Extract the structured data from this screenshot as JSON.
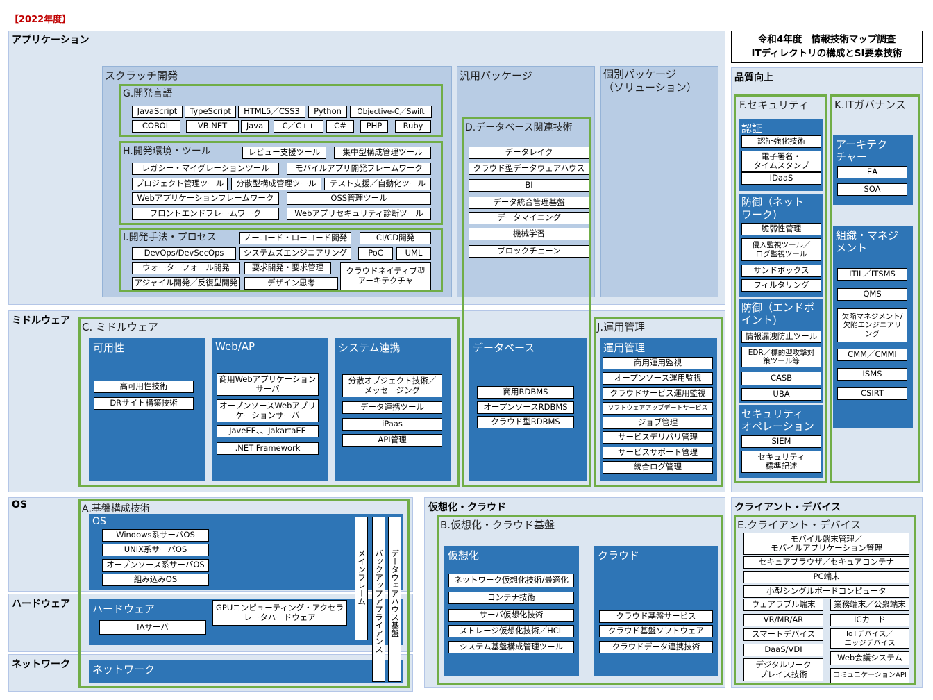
{
  "year_label": "【2022年度】",
  "title_box": {
    "line1": "令和4年度　情報技術マップ調査",
    "line2": "ITディレクトリの構成とSI要素技術"
  },
  "regions": {
    "application": "アプリケーション",
    "middleware": "ミドルウェア",
    "os": "OS",
    "hardware": "ハードウェア",
    "network": "ネットワーク",
    "virtual_cloud": "仮想化・クラウド",
    "client_device": "クライアント・デバイス",
    "quality": "品質向上"
  },
  "scratch": {
    "label": "スクラッチ開発"
  },
  "general_pkg": {
    "label": "汎用パッケージ"
  },
  "individual_pkg": {
    "label": "個別パッケージ\n（ソリューション）"
  },
  "G": {
    "title": "G.開発言語",
    "items": [
      "JavaScript",
      "TypeScript",
      "HTML5／CSS3",
      "Python",
      "Objective-C／Swift",
      "COBOL",
      "VB.NET",
      "Java",
      "C／C++",
      "C#",
      "PHP",
      "Ruby"
    ]
  },
  "H": {
    "title": "H.開発環境・ツール",
    "items": [
      "レビュー支援ツール",
      "集中型構成管理ツール",
      "レガシー・マイグレーションツール",
      "モバイルアプリ開発フレームワーク",
      "プロジェクト管理ツール",
      "分散型構成管理ツール",
      "テスト支援／自動化ツール",
      "Webアプリケーションフレームワーク",
      "OSS管理ツール",
      "フロントエンドフレームワーク",
      "Webアプリセキュリティ診断ツール"
    ]
  },
  "I": {
    "title": "I.開発手法・プロセス",
    "items": [
      "ノーコード・ローコード開発",
      "CI/CD開発",
      "DevOps/DevSecOps",
      "システムズエンジニアリング",
      "PoC",
      "UML",
      "ウォーターフォール開発",
      "要求開発・要求管理",
      "クラウドネイティブ型\nアーキテクチャ",
      "アジャイル開発／反復型開発",
      "デザイン思考"
    ]
  },
  "D": {
    "title": "D.データベース関連技術",
    "items": [
      "データレイク",
      "クラウド型データウェアハウス",
      "BI",
      "データ統合管理基盤",
      "データマイニング",
      "機械学習",
      "ブロックチェーン"
    ]
  },
  "C": {
    "title": "C. ミドルウェア",
    "availability": {
      "label": "可用性",
      "items": [
        "高可用性技術",
        "DRサイト構築技術"
      ]
    },
    "webap": {
      "label": "Web/AP",
      "items": [
        "商用Webアプリケーション\nサーバ",
        "オープンソースWebアプリ\nケーションサーバ",
        "JaveEE、、JakartaEE",
        ".NET Framework"
      ]
    },
    "sysint": {
      "label": "システム連携",
      "items": [
        "分散オブジェクト技術／\nメッセージング",
        "データ連携ツール",
        "iPaas",
        "API管理"
      ]
    },
    "database": {
      "label": "データベース",
      "items": [
        "商用RDBMS",
        "オープンソースRDBMS",
        "クラウド型RDBMS"
      ]
    }
  },
  "J": {
    "title": "J.運用管理",
    "panel": "運用管理",
    "items": [
      "商用運用監視",
      "オープンソース運用監視",
      "クラウドサービス運用監視",
      "ソフトウェアアップデートサービス",
      "ジョブ管理",
      "サービスデリバリ管理",
      "サービスサポート管理",
      "統合ログ管理"
    ]
  },
  "F": {
    "title": "F.セキュリティ",
    "auth": {
      "label": "認証",
      "items": [
        "認証強化技術",
        "電子署名・\nタイムスタンプ",
        "IDaaS"
      ]
    },
    "netdef": {
      "label": "防御（ネット\nワーク)",
      "items": [
        "脆弱性管理",
        "侵入監視ツール／\nログ監視ツール",
        "サンドボックス",
        "フィルタリング"
      ]
    },
    "epdef": {
      "label": "防御（エンドポ\nイント)",
      "items": [
        "情報漏洩防止ツール",
        "EDR／標的型攻撃対\n策ツール等",
        "CASB",
        "UBA"
      ]
    },
    "secops": {
      "label": "セキュリティ\nオペレーション",
      "items": [
        "SIEM",
        "セキュリティ\n標準記述"
      ]
    }
  },
  "K": {
    "title": "K.ITガバナンス",
    "arch": {
      "label": "アーキテク\nチャー",
      "items": [
        "EA",
        "SOA"
      ]
    },
    "org": {
      "label": "組織・マネジ\nメント",
      "items": [
        "ITIL／ITSMS",
        "QMS",
        "欠陥マネジメント/\n欠陥エンジニアリ\nング",
        "CMM／CMMI",
        "ISMS",
        "CSIRT"
      ]
    }
  },
  "A": {
    "title": "A.基盤構成技術",
    "os": {
      "label": "OS",
      "items": [
        "Windows系サーバOS",
        "UNIX系サーバOS",
        "オープンソース系サーバOS",
        "組み込みOS"
      ]
    },
    "hw": {
      "label": "ハードウェア",
      "items": [
        "IAサーバ",
        "GPUコンピューティング・アクセラ\nレータハードウェア"
      ]
    },
    "nw": {
      "label": "ネットワーク"
    },
    "vertical": [
      "メインフレーム",
      "バックアップアプライアンス",
      "データウェアハウス基盤"
    ]
  },
  "B": {
    "title": "B.仮想化・クラウド基盤",
    "virt": {
      "label": "仮想化",
      "items": [
        "ネットワーク仮想化技術/最適化",
        "コンテナ技術",
        "サーバ仮想化技術",
        "ストレージ仮想化技術／HCL",
        "システム基盤構成管理ツール"
      ]
    },
    "cloud": {
      "label": "クラウド",
      "items": [
        "クラウド基盤サービス",
        "クラウド基盤ソフトウェア",
        "クラウドデータ連携技術"
      ]
    }
  },
  "E": {
    "title": "E.クライアント・デバイス",
    "items": [
      "モバイル端末管理／\nモバイルアプリケーション管理",
      "セキュアブラウザ／セキュアコンテナ",
      "PC端末",
      "小型シングルボードコンピュータ",
      "ウェアラブル端末",
      "業務端末／公衆端末",
      "VR/MR/AR",
      "ICカード",
      "スマートデバイス",
      "IoTデバイス／\nエッジデバイス",
      "DaaS/VDI",
      "Web会議システム",
      "デジタルワーク\nプレイス技術",
      "コミュニケーションAPI"
    ]
  }
}
